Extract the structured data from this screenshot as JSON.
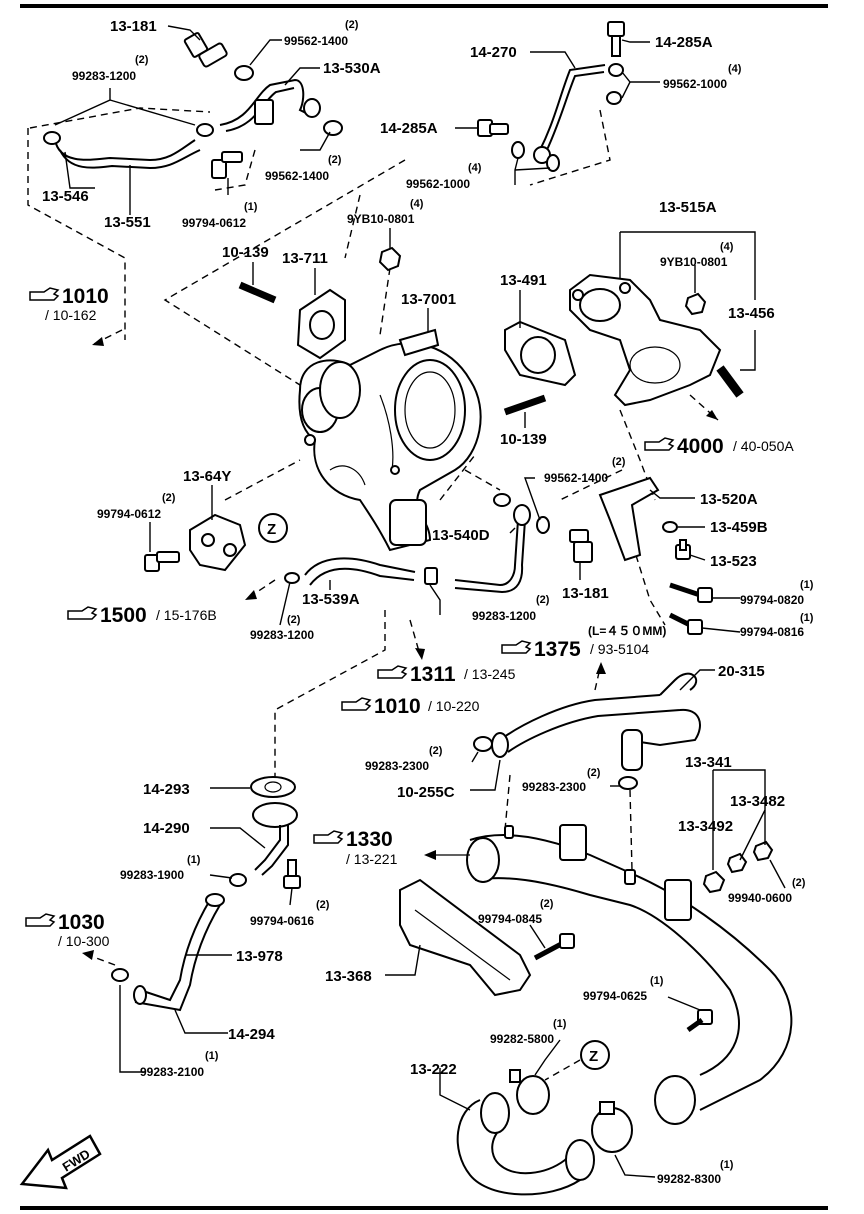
{
  "labels": {
    "l13_181a": "13-181",
    "l99562_1400a_q": "(2)",
    "l99562_1400a": "99562-1400",
    "l13_530a": "13-530A",
    "l99283_1200a_q": "(2)",
    "l99283_1200a": "99283-1200",
    "l14_270": "14-270",
    "l14_285a_top": "14-285A",
    "l99562_1000a_q": "(4)",
    "l99562_1000a": "99562-1000",
    "l14_285a_mid": "14-285A",
    "l99562_1400b_q": "(2)",
    "l99562_1400b": "99562-1400",
    "l99562_1000b_q": "(4)",
    "l99562_1000b": "99562-1000",
    "l13_546": "13-546",
    "l13_551": "13-551",
    "l99794_0612a_q": "(1)",
    "l99794_0612a": "99794-0612",
    "l9yb10_0801a_q": "(4)",
    "l9yb10_0801a": "9YB10-0801",
    "l13_515a": "13-515A",
    "l9yb10_0801b_q": "(4)",
    "l9yb10_0801b": "9YB10-0801",
    "l10_139a": "10-139",
    "l13_711": "13-711",
    "l13_491": "13-491",
    "l13_7001": "13-7001",
    "l13_456": "13-456",
    "l10_139b": "10-139",
    "l13_64y": "13-64Y",
    "l99794_0612b_q": "(2)",
    "l99794_0612b": "99794-0612",
    "l99562_1400c_q": "(2)",
    "l99562_1400c": "99562-1400",
    "l13_520a": "13-520A",
    "l13_459b": "13-459B",
    "l13_540d": "13-540D",
    "l13_523": "13-523",
    "l13_539a": "13-539A",
    "l13_181b": "13-181",
    "l99794_0820_q": "(1)",
    "l99794_0820": "99794-0820",
    "l99283_1200b_q": "(2)",
    "l99283_1200b": "99283-1200",
    "l99283_1200c_q": "(2)",
    "l99283_1200c": "99283-1200",
    "l99794_0816_q": "(1)",
    "l99794_0816": "99794-0816",
    "l20_315": "20-315",
    "l99283_2300a_q": "(2)",
    "l99283_2300a": "99283-2300",
    "l10_255c": "10-255C",
    "l99283_2300b_q": "(2)",
    "l99283_2300b": "99283-2300",
    "l13_341": "13-341",
    "l13_3482": "13-3482",
    "l13_3492": "13-3492",
    "l14_293": "14-293",
    "l14_290": "14-290",
    "l99283_1900_q": "(1)",
    "l99283_1900": "99283-1900",
    "l99794_0616_q": "(2)",
    "l99794_0616": "99794-0616",
    "l99940_0600_q": "(2)",
    "l99940_0600": "99940-0600",
    "l99794_0845_q": "(2)",
    "l99794_0845": "99794-0845",
    "l13_978": "13-978",
    "l13_368": "13-368",
    "l99794_0625_q": "(1)",
    "l99794_0625": "99794-0625",
    "l14_294": "14-294",
    "l99282_5800_q": "(1)",
    "l99282_5800": "99282-5800",
    "l13_222": "13-222",
    "l99283_2100_q": "(1)",
    "l99283_2100": "99283-2100",
    "l99282_8300_q": "(1)",
    "l99282_8300": "99282-8300",
    "length_note": "(L=４５０MM)",
    "zone_a": "Z",
    "zone_b": "Z",
    "fwd": "FWD"
  },
  "refs": [
    {
      "num": "1010",
      "sub": "/ 10-162"
    },
    {
      "num": "4000",
      "sub": "/ 40-050A"
    },
    {
      "num": "1500",
      "sub": "/ 15-176B"
    },
    {
      "num": "1375",
      "sub": "/ 93-5104"
    },
    {
      "num": "1311",
      "sub": "/ 13-245"
    },
    {
      "num": "1010",
      "sub": "/ 10-220"
    },
    {
      "num": "1330",
      "sub": "/ 13-221"
    },
    {
      "num": "1030",
      "sub": "/ 10-300"
    }
  ],
  "icons": {
    "ref": "pointing-hand-icon",
    "fwd": "forward-arrow-icon"
  }
}
